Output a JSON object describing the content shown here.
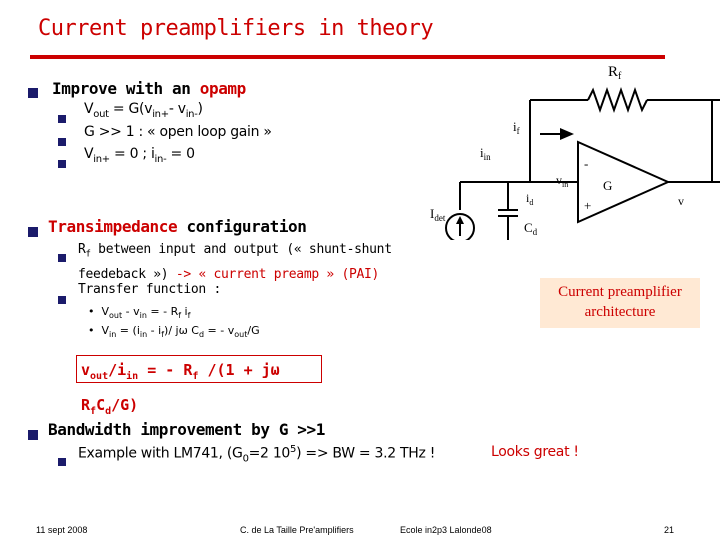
{
  "title": "Current preamplifiers in theory",
  "bullets": {
    "b1": {
      "prefix": "Improve with an ",
      "highlight": "opamp"
    },
    "b1_subs": {
      "s1": {
        "a": "V",
        "a_sub": "out",
        "b": " = G(v",
        "b_sub": "in+",
        "c": "- v",
        "c_sub": "in-",
        "d": ")"
      },
      "s2": "G >> 1 : « open loop gain »",
      "s3": {
        "a": "V",
        "a_sub": "in+",
        "b": " = 0 ; i",
        "b_sub": "in-",
        "c": " = 0"
      }
    },
    "b2": {
      "highlight": "Transimpedance",
      "suffix": " configuration"
    },
    "b2_subs": {
      "s1_a": "R",
      "s1_a_sub": "f",
      "s1_b": " between input and output (« shunt-shunt",
      "s1_line2_a": "feedeback ») ",
      "s1_line2_b": "-> « current preamp » (PAI)",
      "s2": "Transfer function :",
      "eq1": {
        "a": "V",
        "a_sub": "out",
        "b": " - v",
        "b_sub": "in",
        "c": " = - R",
        "c_sub": "f",
        "d": " i",
        "d_sub": "f"
      },
      "eq2": {
        "a": "V",
        "a_sub": "in",
        "b": " = (i",
        "b_sub": "in",
        "c": " - i",
        "c_sub": "f",
        "d": ")/ jω C",
        "d_sub": "d",
        "e": " = - v",
        "e_sub": "out",
        "f": "/G"
      }
    },
    "b3": "Bandwidth improvement by G >>1",
    "b3_sub": {
      "a": "Example with LM741, (G",
      "a_sub": "0",
      "b": "=2 10",
      "b_sup": "5",
      "c": ") => BW = 3.2 THz !"
    },
    "b3_note": "Looks great !"
  },
  "formula": {
    "a": "v",
    "a_sub": "out",
    "b": "/i",
    "b_sub": "in",
    "c": " = - R",
    "c_sub": "f",
    "d": " /(1 + jω  R",
    "d_sub": "f",
    "e": "C",
    "e_sub": "d",
    "f": "/G)"
  },
  "callout": {
    "line1": "Current preamplifier",
    "line2": "architecture"
  },
  "circuit": {
    "rf": "R",
    "rf_sub": "f",
    "if": "i",
    "if_sub": "f",
    "iin": "i",
    "iin_sub": "in",
    "vin": "v",
    "vin_sub": "in",
    "id": "i",
    "id_sub": "d",
    "idet": "I",
    "idet_sub": "det",
    "cd": "C",
    "cd_sub": "d",
    "g": "G",
    "minus": "-",
    "plus": "+",
    "vout": "v"
  },
  "footer": {
    "date": "11 sept 2008",
    "author": "C. de La Taille   Pre'amplifiers",
    "venue": "Ecole in2p3 Lalonde08",
    "page": "21"
  },
  "colors": {
    "accent": "#cc0000",
    "bullet": "#1b1b6b",
    "callout_bg": "#ffe9d4"
  }
}
